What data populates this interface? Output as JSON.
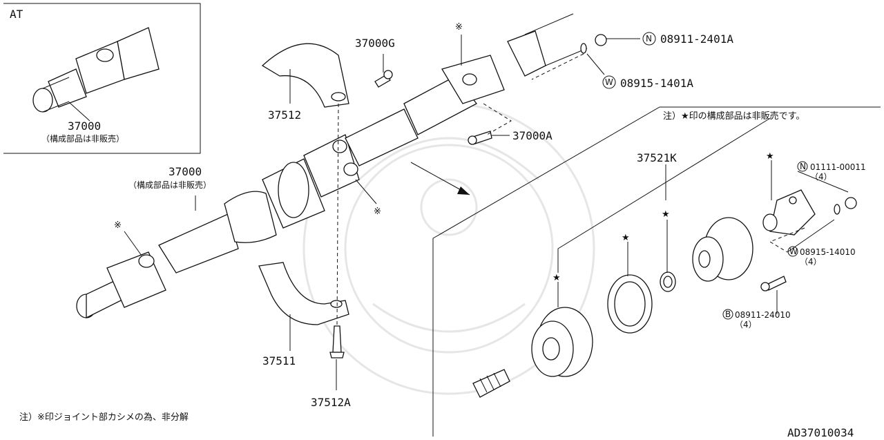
{
  "drawing_number": "AD37010034",
  "inset": {
    "title": "AT",
    "part_number": "37000",
    "note": "（構成部品は非販売）"
  },
  "labels": {
    "p37000": "37000",
    "p37000_note": "（構成部品は非販売）",
    "p37512": "37512",
    "p37000G": "37000G",
    "p37000A": "37000A",
    "p37511": "37511",
    "p37512A": "37512A",
    "p37521K": "37521K"
  },
  "fasteners": [
    {
      "badge": "N",
      "number": "08911-2401A",
      "qty": ""
    },
    {
      "badge": "W",
      "number": "08915-1401A",
      "qty": ""
    },
    {
      "badge": "N",
      "number": "01111-00011",
      "qty": "（4）"
    },
    {
      "badge": "W",
      "number": "08915-14010",
      "qty": "（4）"
    },
    {
      "badge": "B",
      "number": "08911-24010",
      "qty": "（4）"
    }
  ],
  "symbols": {
    "joint_mark": "※",
    "star": "★"
  },
  "notes": {
    "star_note": "注）★印の構成部品は非販売です。",
    "joint_note": "注）※印ジョイント部カシメの為、非分解"
  }
}
